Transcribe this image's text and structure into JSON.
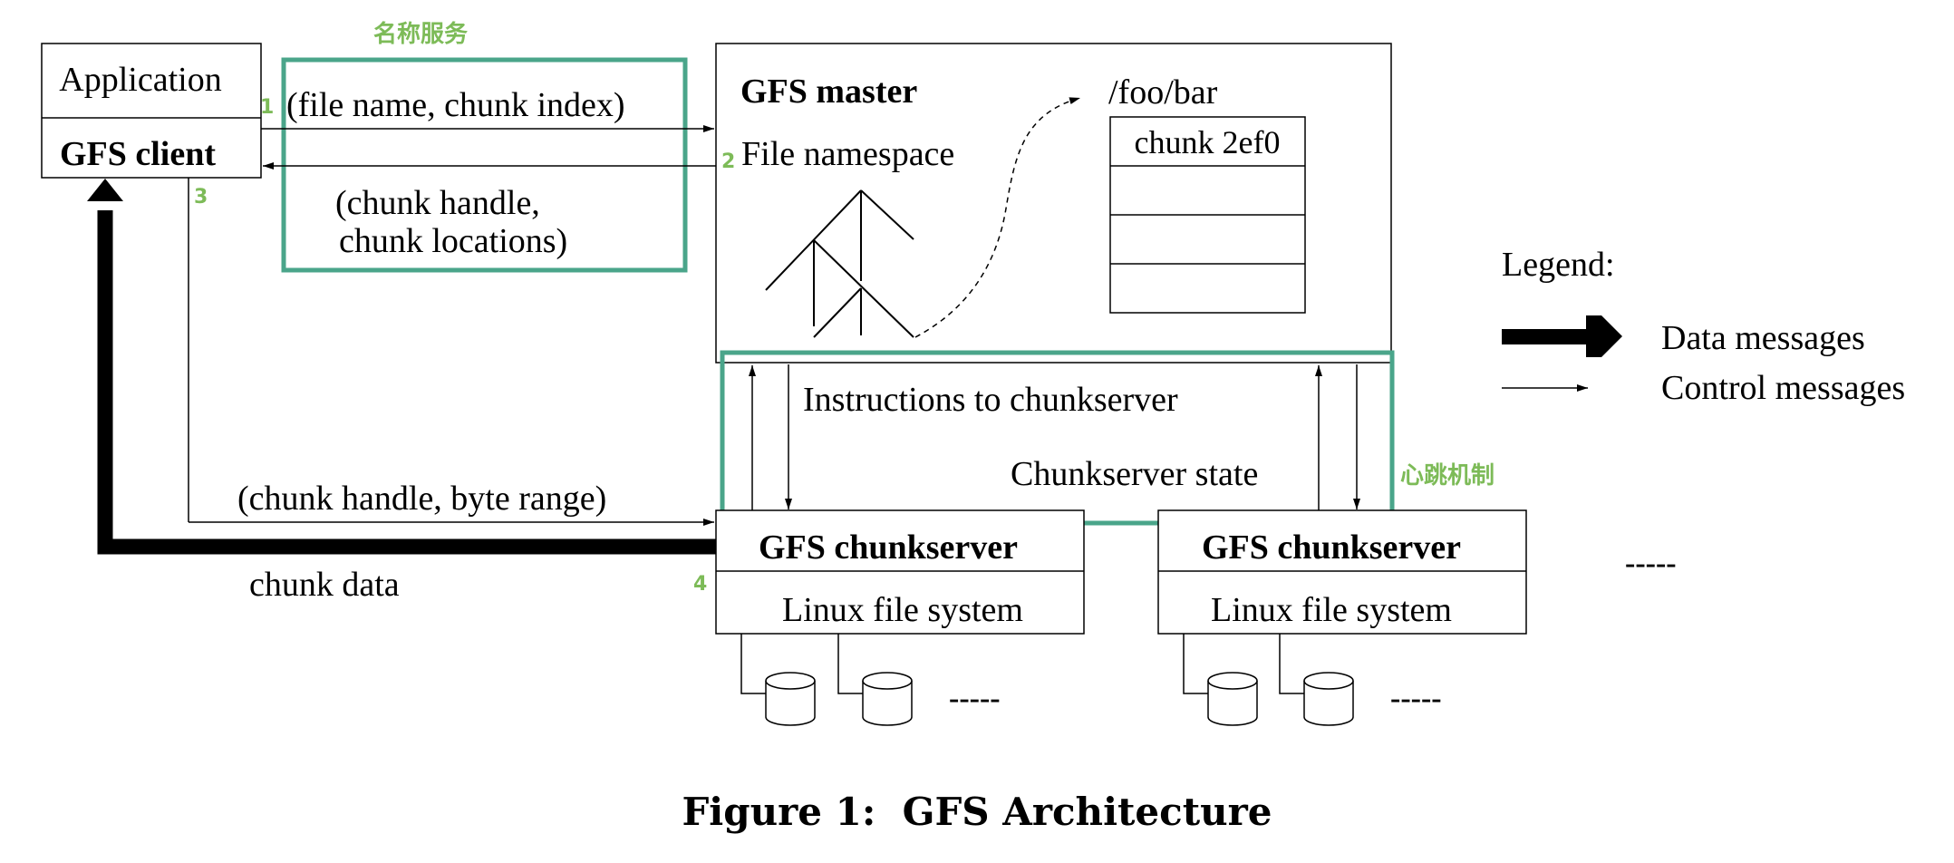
{
  "client": {
    "application_label": "Application",
    "gfs_client_label": "GFS client"
  },
  "master": {
    "title": "GFS master",
    "namespace_label": "File namespace",
    "file_path": "/foo/bar",
    "chunk_label": "chunk 2ef0"
  },
  "messages": {
    "request": "(file name, chunk index)",
    "reply_line1": "(chunk handle,",
    "reply_line2": " chunk locations)",
    "instructions": "Instructions to chunkserver",
    "state": "Chunkserver state",
    "data_request": "(chunk handle, byte range)",
    "chunk_data": "chunk data"
  },
  "chunkservers": [
    {
      "title": "GFS chunkserver",
      "fs_label": "Linux file system"
    },
    {
      "title": "GFS chunkserver",
      "fs_label": "Linux file system"
    }
  ],
  "ellipsis": "-----",
  "legend": {
    "title": "Legend:",
    "data_messages": "Data messages",
    "control_messages": "Control messages"
  },
  "annotations": {
    "name_service": "名称服务",
    "heartbeat": "心跳机制",
    "step1": "1",
    "step2": "2",
    "step3": "3",
    "step4": "4"
  },
  "colors": {
    "highlight_box": "#4aa58a",
    "annotation": "#7dbb58"
  },
  "caption": "Figure 1:  GFS Architecture"
}
